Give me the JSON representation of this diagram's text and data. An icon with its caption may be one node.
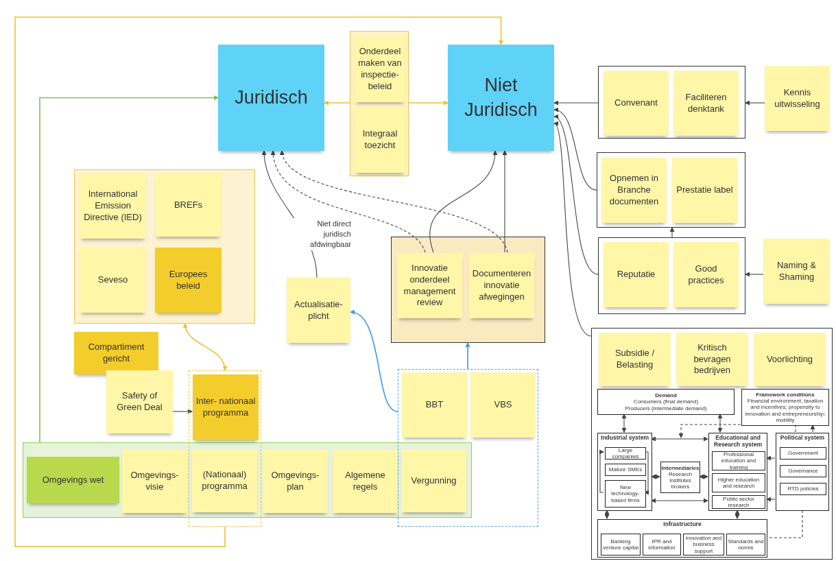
{
  "diagram": {
    "nodes": [
      {
        "text": [
          "Juridisch"
        ]
      },
      {
        "text": [
          "Niet Juridisch"
        ]
      },
      {
        "text": [],
        "shape": "box"
      },
      {
        "text": [
          "Onderdeel maken van inspectie- beleid"
        ],
        "in": 2
      },
      {
        "text": [
          "Integraal toezicht"
        ],
        "in": 2
      },
      {
        "text": [],
        "shape": "box"
      },
      {
        "text": [
          "Convenant"
        ],
        "in": 5
      },
      {
        "text": [
          "Faciliteren denktank"
        ],
        "in": 5
      },
      {
        "text": [
          "Kennis uitwisseling"
        ]
      },
      {
        "text": [],
        "shape": "box"
      },
      {
        "text": [
          "Opnemen in Branche documenten"
        ],
        "in": 9
      },
      {
        "text": [
          "Prestatie label"
        ],
        "in": 9
      },
      {
        "text": [],
        "shape": "box"
      },
      {
        "text": [
          "Reputatie"
        ],
        "in": 12
      },
      {
        "text": [
          "Good practices"
        ],
        "in": 12
      },
      {
        "text": [
          "Naming & Shaming"
        ]
      },
      {
        "text": [],
        "shape": "box"
      },
      {
        "text": [
          "Subsidie / Belasting"
        ],
        "in": 16
      },
      {
        "text": [
          "Kritisch bevragen bedrijven"
        ],
        "in": 16
      },
      {
        "text": [
          "Voorlichting"
        ],
        "in": 16
      },
      {
        "text": [],
        "shape": "box"
      },
      {
        "text": [
          "International Emission Directive (IED)"
        ],
        "in": 20
      },
      {
        "text": [
          "BREFs"
        ],
        "in": 20
      },
      {
        "text": [
          "Seveso"
        ],
        "in": 20
      },
      {
        "text": [
          "Europees beleid"
        ],
        "in": 20
      },
      {
        "text": [
          "Compartiment gericht"
        ]
      },
      {
        "text": [
          "Safety of Green Deal"
        ]
      },
      {
        "text": [],
        "shape": "box"
      },
      {
        "text": [
          "Inter- nationaal programma"
        ],
        "in": 27
      },
      {
        "text": [],
        "shape": "box"
      },
      {
        "text": [
          "Omgevings wet"
        ],
        "in": 29
      },
      {
        "text": [
          "Omgevings- visie"
        ],
        "in": 29
      },
      {
        "text": [
          "(Nationaal) programma"
        ]
      },
      {
        "text": [
          "Omgevings- plan"
        ],
        "in": 29
      },
      {
        "text": [
          "Algemene regels"
        ],
        "in": 29
      },
      {
        "text": [
          "Vergunning"
        ]
      },
      {
        "text": [],
        "shape": "box"
      },
      {
        "text": [
          "BBT"
        ],
        "in": 36
      },
      {
        "text": [
          "VBS"
        ],
        "in": 36
      },
      {
        "text": [
          "Actualisatie- plicht"
        ]
      },
      {
        "text": [],
        "shape": "box"
      },
      {
        "text": [
          "Innovatie onderdeel management review"
        ],
        "in": 40
      },
      {
        "text": [
          "Documenteren innovatie afwegingen"
        ],
        "in": 40
      },
      {
        "text": [
          "Demand",
          "Consumers (final demand)",
          "Producers (intermediate demand)"
        ],
        "in": 16
      },
      {
        "text": [
          "Framework conditions",
          "Financial environment; taxation and incentives; propensity to innovation and entrepreneurship; mobility"
        ],
        "in": 16
      },
      {
        "text": [
          "Industrial system"
        ],
        "in": 16
      },
      {
        "text": [
          "Large companies"
        ],
        "in": 45
      },
      {
        "text": [
          "Mature SMEs"
        ],
        "in": 45
      },
      {
        "text": [
          "New technology-based firms"
        ],
        "in": 45
      },
      {
        "text": [
          "Intermediaries",
          "Research institutes brokers"
        ],
        "in": 16
      },
      {
        "text": [
          "Educational and Research system"
        ],
        "in": 16
      },
      {
        "text": [
          "Professional education and training"
        ],
        "in": 50
      },
      {
        "text": [
          "Higher education and research"
        ],
        "in": 50
      },
      {
        "text": [
          "Public sector research"
        ],
        "in": 50
      },
      {
        "text": [
          "Political system"
        ],
        "in": 16
      },
      {
        "text": [
          "Government"
        ],
        "in": 54
      },
      {
        "text": [
          "Governance"
        ],
        "in": 54
      },
      {
        "text": [
          "RTD policies"
        ],
        "in": 54
      },
      {
        "text": [
          "Infrastructure"
        ],
        "in": 16
      },
      {
        "text": [
          "Banking venture capital"
        ],
        "in": 58
      },
      {
        "text": [
          "IPR and information"
        ],
        "in": 58
      },
      {
        "text": [
          "Innovation and business support"
        ],
        "in": 58
      },
      {
        "text": [
          "Standards and norms"
        ],
        "in": 58
      }
    ],
    "edges": [
      {
        "from": 2,
        "to": 0,
        "arrow": "to",
        "color": "#f0c030"
      },
      {
        "from": 2,
        "to": 1,
        "arrow": "to",
        "color": "#f0c030"
      },
      {
        "from": 27,
        "to": 1,
        "arrow": "to",
        "color": "#f0c030"
      },
      {
        "from": 29,
        "to": 0,
        "arrow": "to",
        "color": "#7dc24b"
      },
      {
        "from": 5,
        "to": 1,
        "arrow": "to"
      },
      {
        "from": 9,
        "to": 1,
        "arrow": "to"
      },
      {
        "from": 12,
        "to": 1,
        "arrow": "to"
      },
      {
        "from": 16,
        "to": 1,
        "arrow": "to"
      },
      {
        "from": 8,
        "to": 5,
        "arrow": "to"
      },
      {
        "from": 15,
        "to": 12,
        "arrow": "to"
      },
      {
        "from": 12,
        "to": 9,
        "arrow": "to"
      },
      {
        "from": 20,
        "to": 27,
        "arrow": "both",
        "color": "#f0c030"
      },
      {
        "from": 26,
        "to": 28,
        "arrow": "to"
      },
      {
        "from": 39,
        "to": 0,
        "arrow": "to"
      },
      {
        "from": 41,
        "to": 0,
        "arrow": "to",
        "style": "dashed",
        "label": "Niet direct juridisch afdwingbaar"
      },
      {
        "from": 42,
        "to": 0,
        "arrow": "to",
        "style": "dashed"
      },
      {
        "from": 41,
        "to": 1,
        "arrow": "to"
      },
      {
        "from": 42,
        "to": 1,
        "arrow": "to"
      },
      {
        "from": 36,
        "to": 39,
        "arrow": "to",
        "color": "#3a9ae0"
      },
      {
        "from": 36,
        "to": 40,
        "arrow": "to",
        "color": "#3a9ae0"
      },
      {
        "from": 45,
        "to": 43,
        "arrow": "both"
      },
      {
        "from": 50,
        "to": 43,
        "arrow": "both"
      },
      {
        "from": 54,
        "to": 44,
        "arrow": "to"
      },
      {
        "from": 45,
        "to": 49,
        "arrow": "both"
      },
      {
        "from": 49,
        "to": 50,
        "arrow": "both"
      },
      {
        "from": 45,
        "to": 50,
        "arrow": "both"
      },
      {
        "from": 45,
        "to": 50,
        "arrow": "both"
      },
      {
        "from": 54,
        "to": 50,
        "arrow": "to"
      },
      {
        "from": 54,
        "to": 50,
        "arrow": "to"
      },
      {
        "from": 45,
        "to": 58,
        "arrow": "both"
      },
      {
        "from": 50,
        "to": 58,
        "arrow": "both"
      },
      {
        "from": 54,
        "to": 58,
        "arrow": "none",
        "style": "dashed"
      },
      {
        "from": 54,
        "to": null,
        "arrow": "to",
        "style": "dashed"
      },
      {
        "from": 48,
        "to": 46,
        "arrow": "to"
      },
      {
        "from": 46,
        "to": 48,
        "arrow": "to"
      }
    ]
  }
}
